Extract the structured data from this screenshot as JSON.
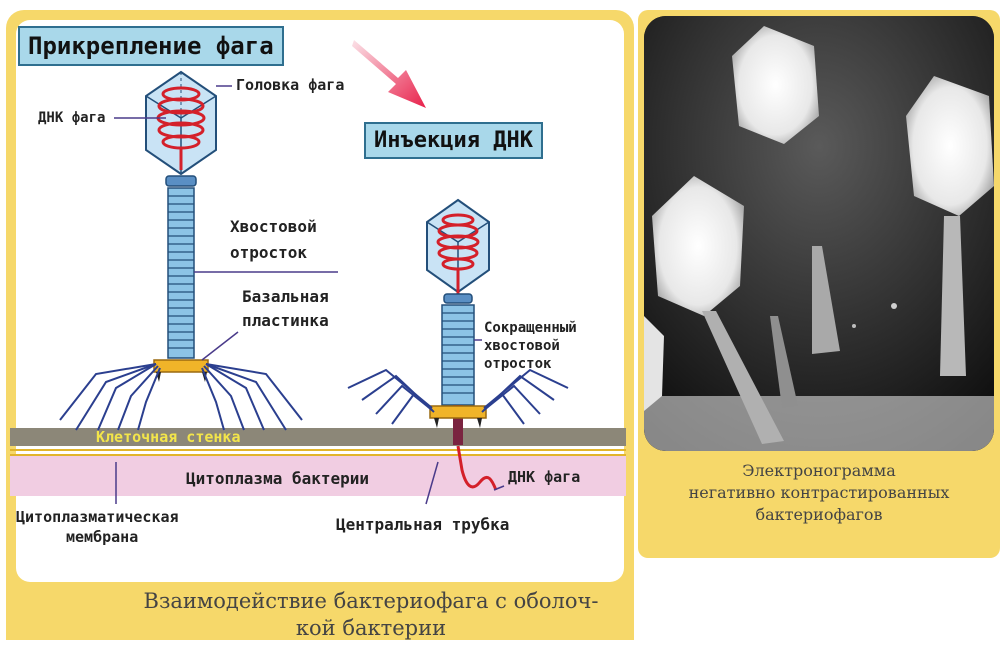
{
  "diagram": {
    "title_attach": "Прикрепление фага",
    "title_inject": "Инъекция ДНК",
    "labels": {
      "head": "Головка фага",
      "dna_left": "ДНК фага",
      "tail1": "Хвостовой",
      "tail2": "отросток",
      "basal1": "Базальная",
      "basal2": "пластинка",
      "contracted1": "Сокращенный",
      "contracted2": "хвостовой",
      "contracted3": "отросток",
      "cell_wall": "Клеточная стенка",
      "cytoplasm": "Цитоплазма бактерии",
      "dna_right": "ДНК фага",
      "membrane1": "Цитоплазматическая",
      "membrane2": "мембрана",
      "tube": "Центральная трубка"
    },
    "caption_line1": "Взаимодействие бактериофага с оболоч-",
    "caption_line2": "кой бактерии"
  },
  "micrograph": {
    "caption_line1": "Электронограмма",
    "caption_line2": "негативно контрастированных",
    "caption_line3": "бактериофагов"
  },
  "colors": {
    "panel": "#f6d86a",
    "title_box": "#a9d8ea",
    "phage_blue": "#8cc3e6",
    "dna_red": "#d4202a",
    "cell_wall": "#8c8778",
    "cytoplasm": "#f1cde2",
    "cell_wall_text": "#f3e54a"
  }
}
